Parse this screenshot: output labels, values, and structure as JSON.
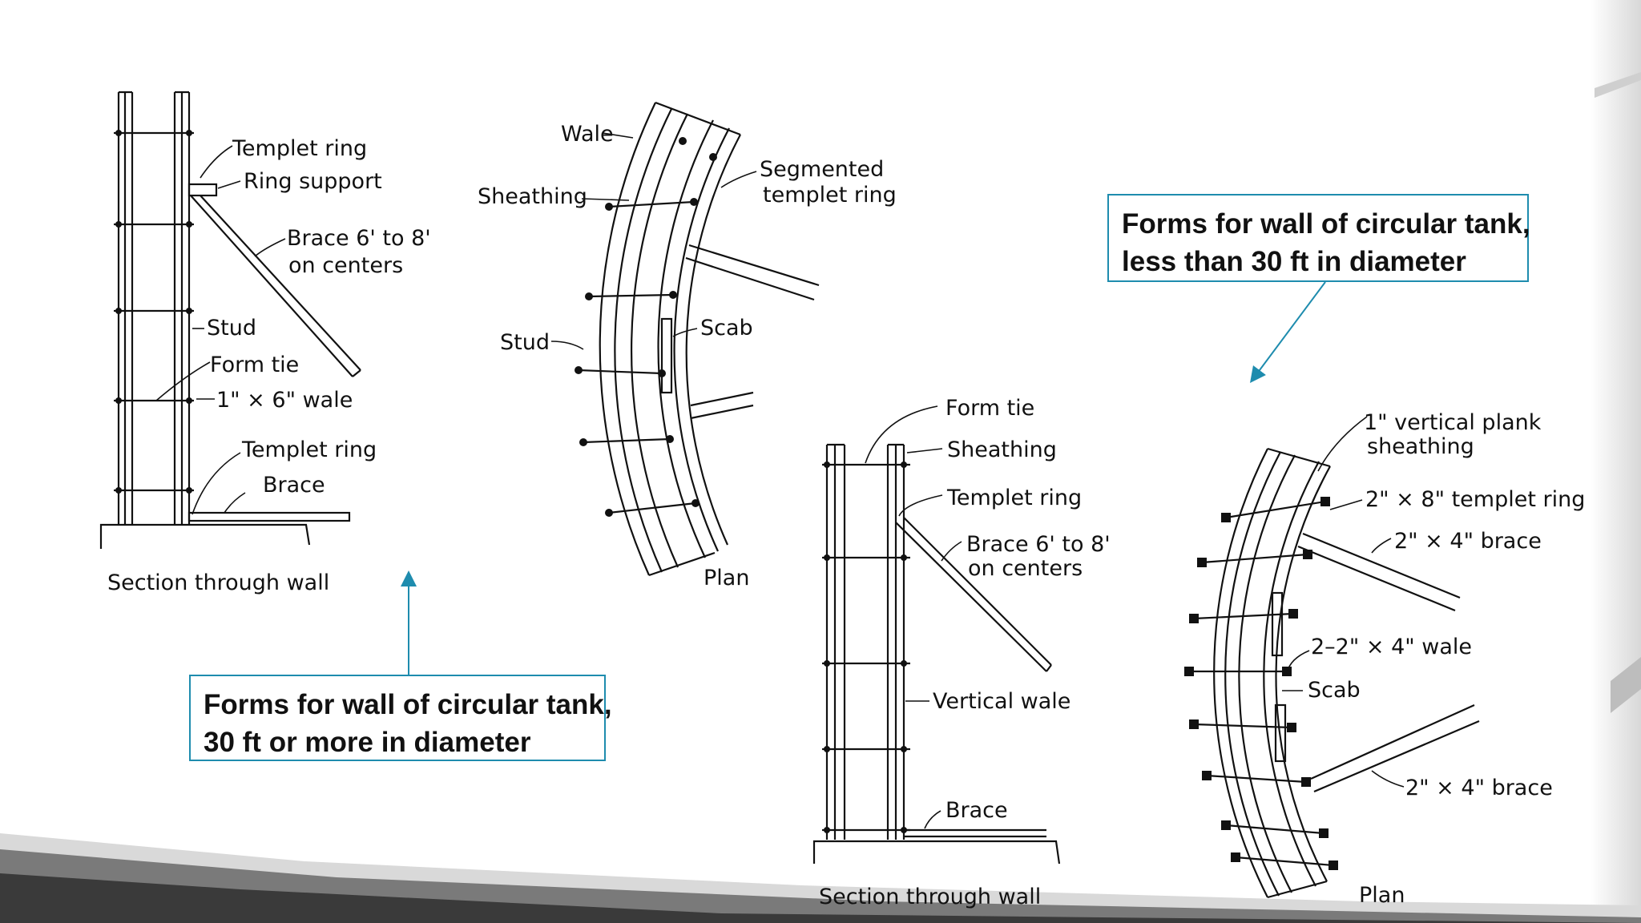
{
  "callouts": {
    "large_tank": {
      "line1": "Forms for wall of circular tank,",
      "line2": "30 ft or more in diameter"
    },
    "small_tank": {
      "line1": "Forms for wall of circular tank,",
      "line2": "less than 30 ft in diameter"
    }
  },
  "figure_left": {
    "section": {
      "caption": "Section through wall",
      "labels": {
        "templet_ring_top": "Templet ring",
        "ring_support": "Ring support",
        "brace_1": "Brace 6' to 8'",
        "brace_2": "on centers",
        "stud": "Stud",
        "form_tie": "Form tie",
        "wale": "1\" × 6\" wale",
        "templet_ring_bottom": "Templet ring",
        "brace": "Brace"
      }
    },
    "plan": {
      "caption": "Plan",
      "labels": {
        "wale": "Wale",
        "sheathing": "Sheathing",
        "segmented_1": "Segmented",
        "segmented_2": "templet ring",
        "stud": "Stud",
        "scab": "Scab"
      }
    }
  },
  "figure_right": {
    "section": {
      "caption": "Section through wall",
      "labels": {
        "form_tie": "Form tie",
        "sheathing": "Sheathing",
        "templet_ring": "Templet ring",
        "brace_1": "Brace 6' to 8'",
        "brace_2": "on centers",
        "vertical_wale": "Vertical wale",
        "brace": "Brace"
      }
    },
    "plan": {
      "caption": "Plan",
      "labels": {
        "plank_1": "1\" vertical plank",
        "plank_2": "sheathing",
        "templet_ring": "2\" × 8\" templet ring",
        "brace_top": "2\" × 4\" brace",
        "wale": "2–2\" × 4\" wale",
        "scab": "Scab",
        "brace_bottom": "2\" × 4\" brace"
      }
    }
  },
  "colors": {
    "accent": "#1e8cae",
    "ink": "#111111"
  }
}
